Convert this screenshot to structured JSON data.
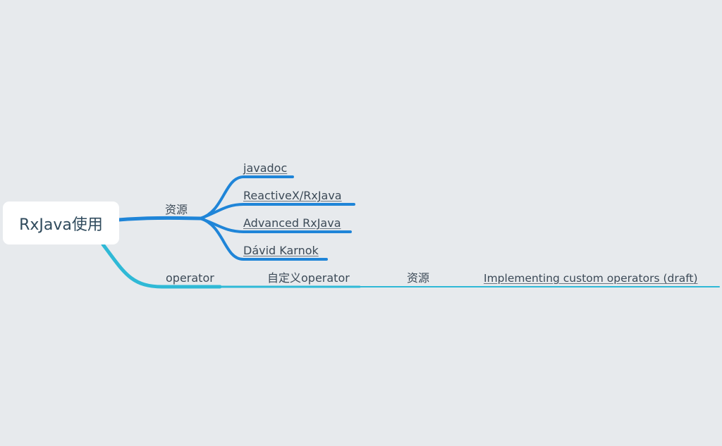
{
  "root": {
    "label": "RxJava使用"
  },
  "branches": {
    "resources": {
      "label": "资源",
      "links": [
        "javadoc",
        "ReactiveX/RxJava",
        "Advanced RxJava",
        "Dávid Karnok"
      ]
    },
    "operator": {
      "label": "operator",
      "custom": {
        "label": "自定义operator",
        "resources": {
          "label": "资源",
          "link": "Implementing custom operators (draft)"
        }
      }
    }
  },
  "colors": {
    "background": "#e7eaed",
    "branch_blue": "#1f85d8",
    "branch_teal": "#2fb9d6",
    "root_fill": "#ffffff"
  }
}
